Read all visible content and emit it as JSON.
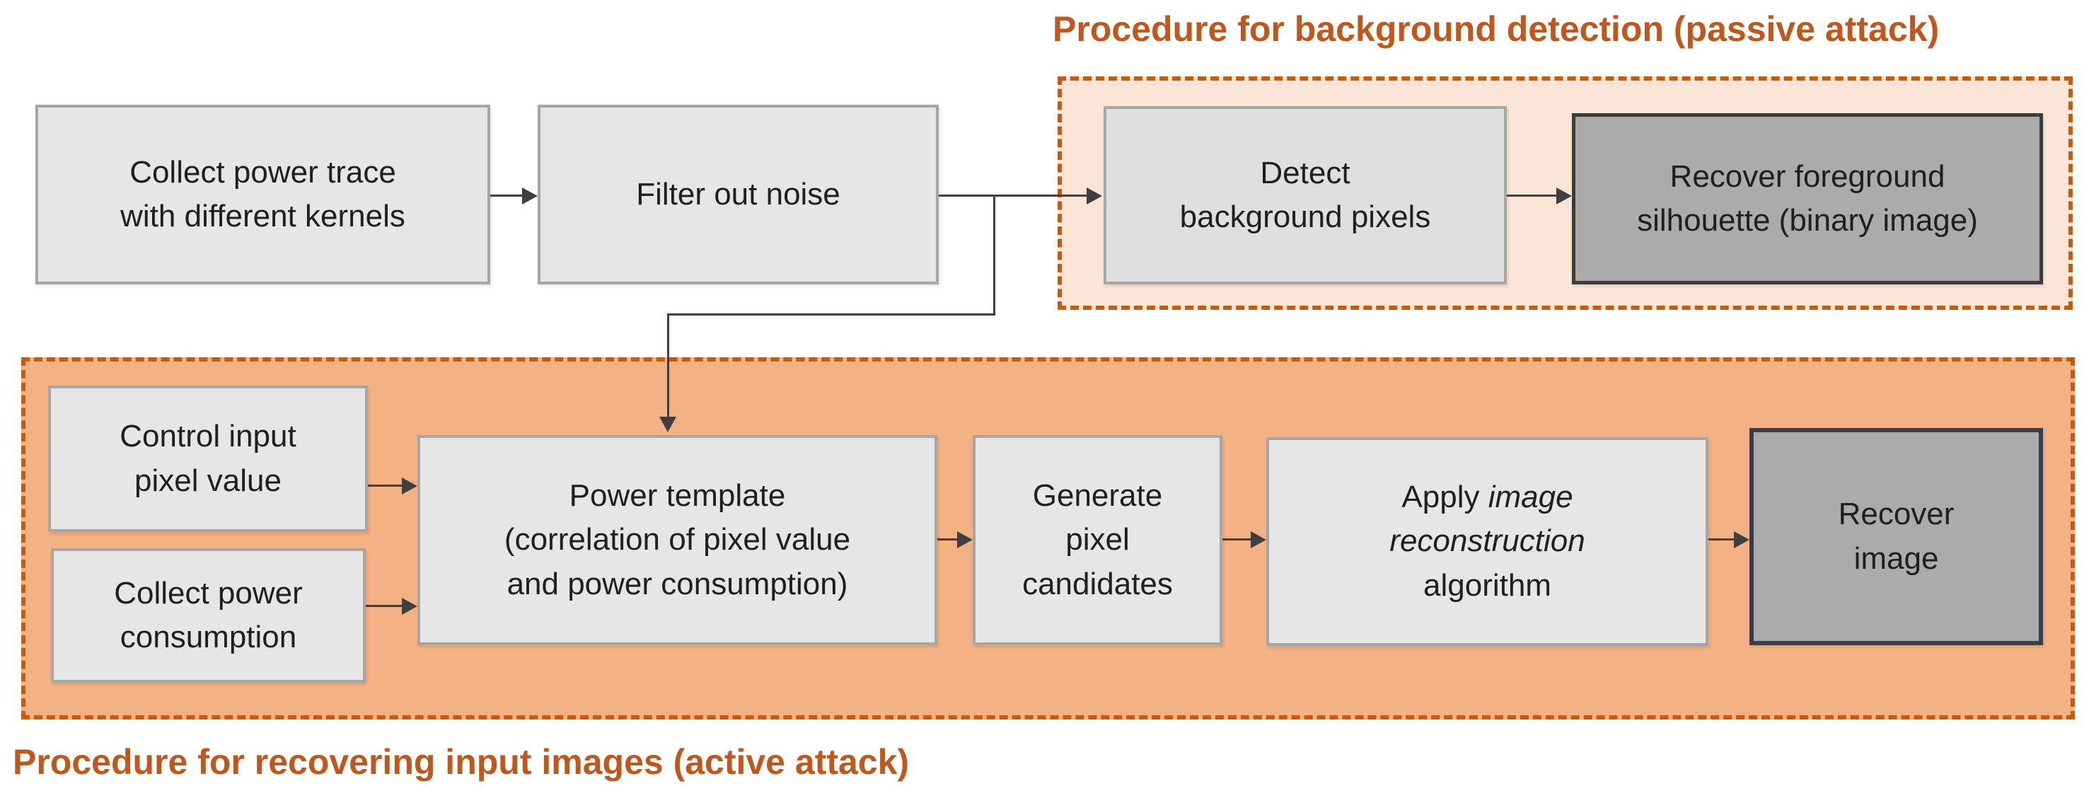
{
  "titles": {
    "passive": "Procedure for background detection (passive attack)",
    "active": "Procedure for recovering input images (active attack)"
  },
  "nodes": {
    "collect_trace": {
      "label": "Collect power trace\nwith different kernels"
    },
    "filter_noise": {
      "label": "Filter out noise"
    },
    "detect_background": {
      "label": "Detect\nbackground pixels"
    },
    "recover_silhouette": {
      "label": "Recover foreground\nsilhouette (binary image)"
    },
    "control_input": {
      "label": "Control input\npixel value"
    },
    "collect_power": {
      "label": "Collect power\nconsumption"
    },
    "power_template": {
      "label": "Power template\n(correlation of pixel value\nand power consumption)"
    },
    "generate_candidates": {
      "label": "Generate\npixel\ncandidates"
    },
    "apply_reconstruction": {
      "segments": [
        {
          "text": "Apply ",
          "italic": false
        },
        {
          "text": "image\nreconstruction",
          "italic": true
        },
        {
          "text": "\nalgorithm",
          "italic": false
        }
      ]
    },
    "recover_image": {
      "label": "Recover\nimage"
    }
  },
  "colors": {
    "accent_orange": "#C0571C",
    "dashed_border": "#C55A11",
    "passive_fill": "#FBE5D6",
    "active_fill": "#F4B183",
    "box_fill_light": "#E7E6E6",
    "box_border_light": "#A6A6A6",
    "box_fill_dark": "#ABABAB",
    "box_border_dark": "#3B3B3B",
    "box_border_navy": "#333F50",
    "connector": "#3F3F3F",
    "text": "#1F1F1F"
  }
}
